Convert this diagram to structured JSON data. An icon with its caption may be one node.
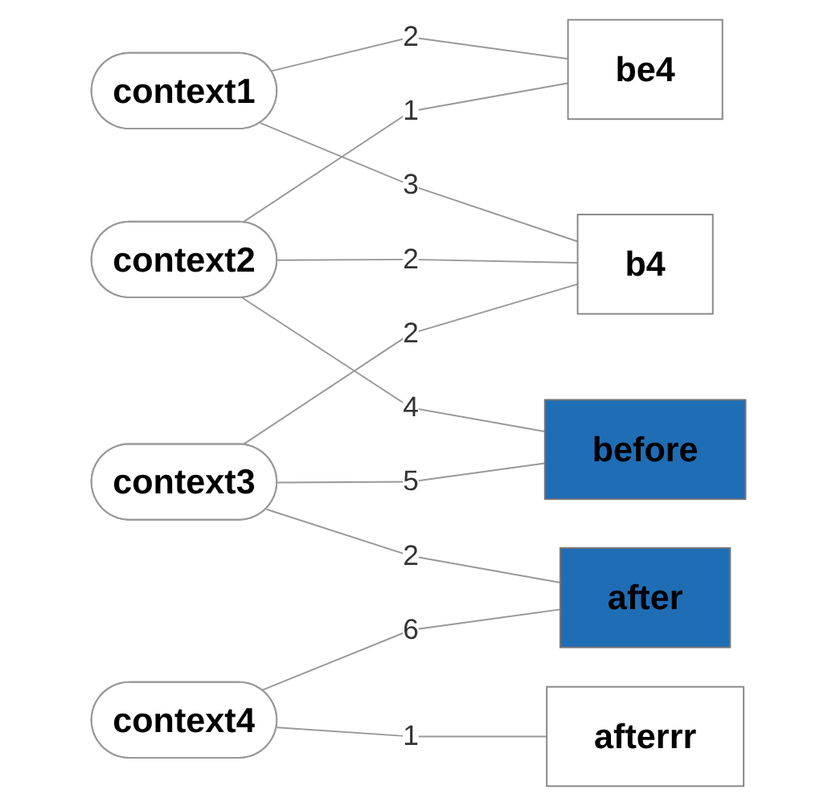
{
  "diagram": {
    "nodes": [
      {
        "text": [
          "context1"
        ]
      },
      {
        "text": [
          "context2"
        ]
      },
      {
        "text": [
          "context3"
        ]
      },
      {
        "text": [
          "context4"
        ]
      },
      {
        "text": [
          "be4"
        ]
      },
      {
        "text": [
          "b4"
        ]
      },
      {
        "text": [
          "before"
        ]
      },
      {
        "text": [
          "after"
        ]
      },
      {
        "text": [
          "afterrr"
        ]
      }
    ],
    "edges": [
      {
        "from": 0,
        "to": 4,
        "arrow": "none",
        "label": "2"
      },
      {
        "from": 0,
        "to": 5,
        "arrow": "none",
        "label": "3"
      },
      {
        "from": 1,
        "to": 4,
        "arrow": "none",
        "label": "1"
      },
      {
        "from": 1,
        "to": 5,
        "arrow": "none",
        "label": "2"
      },
      {
        "from": 1,
        "to": 6,
        "arrow": "none",
        "label": "4"
      },
      {
        "from": 2,
        "to": 5,
        "arrow": "none",
        "label": "2"
      },
      {
        "from": 2,
        "to": 6,
        "arrow": "none",
        "label": "5"
      },
      {
        "from": 2,
        "to": 7,
        "arrow": "none",
        "label": "2"
      },
      {
        "from": 3,
        "to": 7,
        "arrow": "none",
        "label": "6"
      },
      {
        "from": 3,
        "to": 8,
        "arrow": "none",
        "label": "1"
      }
    ]
  }
}
